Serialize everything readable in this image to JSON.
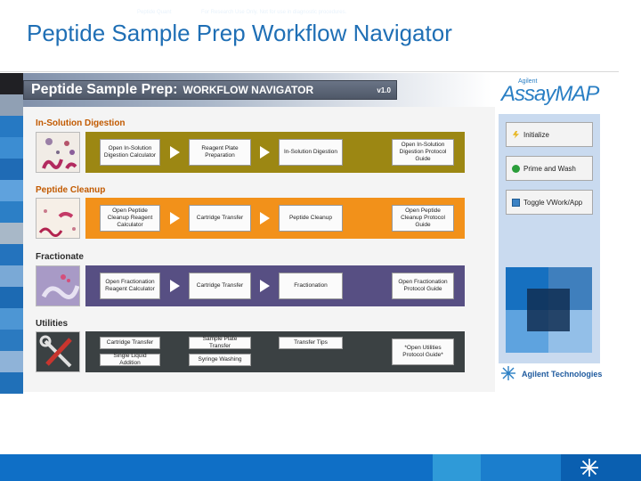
{
  "slide": {
    "title": "Peptide Sample Prep Workflow Navigator"
  },
  "app": {
    "title_main": "Peptide Sample Prep:",
    "title_sub": "WORKFLOW NAVIGATOR",
    "version": "v1.0"
  },
  "sections": {
    "digestion": {
      "title": "In-Solution Digestion",
      "btn1": "Open In-Solution Digestion Calculator",
      "btn2": "Reagent Plate Preparation",
      "btn3": "In-Solution Digestion",
      "btn4": "Open In-Solution Digestion Protocol Guide"
    },
    "cleanup": {
      "title": "Peptide Cleanup",
      "btn1": "Open Peptide Cleanup Reagent Calculator",
      "btn2": "Cartridge Transfer",
      "btn3": "Peptide Cleanup",
      "btn4": "Open Peptide Cleanup Protocol Guide"
    },
    "fractionate": {
      "title": "Fractionate",
      "btn1": "Open Fractionation Reagent Calculator",
      "btn2": "Cartridge Transfer",
      "btn3": "Fractionation",
      "btn4": "Open Fractionation Protocol Guide"
    },
    "utilities": {
      "title": "Utilities",
      "btn1": "Cartridge Transfer",
      "btn2": "Sample Plate Transfer",
      "btn3": "Transfer Tips",
      "btn4": "Single Liquid Addition",
      "btn5": "Syringe Washing",
      "btn6": "*Open Utilities Protocol Guide*"
    }
  },
  "sidebar": {
    "brand_small": "Agilent",
    "brand_large": "AssayMAP",
    "initialize": "Initialize",
    "prime_wash": "Prime and Wash",
    "toggle": "Toggle VWork/App",
    "company": "Agilent Technologies"
  },
  "footer": {
    "left": "Peptide Quant",
    "middle": "For Research Use Only. Not for use in diagnostic procedures.",
    "logo": "Agilent"
  },
  "colors": {
    "gold": "#9c8713",
    "orange": "#f2911a",
    "purple": "#574f83",
    "dark": "#3b4143",
    "blue": "#0f6fc6"
  }
}
